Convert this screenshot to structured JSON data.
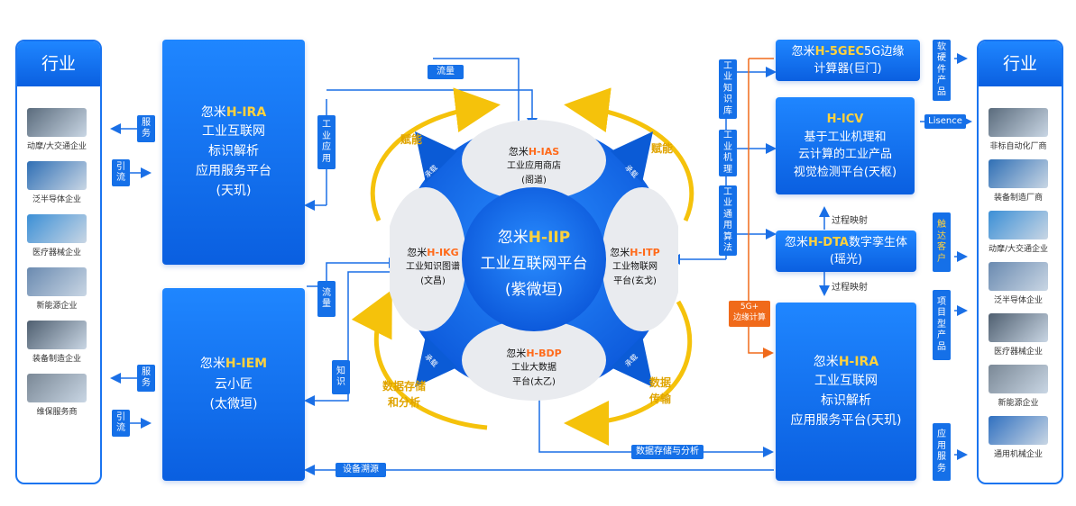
{
  "left_panel": {
    "title": "行业",
    "industries": [
      "动摩/大交通企业",
      "泛半导体企业",
      "医疗器械企业",
      "新能源企业",
      "装备制造企业",
      "维保服务商"
    ]
  },
  "right_panel": {
    "title": "行业",
    "industries": [
      "非标自动化厂商",
      "装备制造厂商",
      "动摩/大交通企业",
      "泛半导体企业",
      "医疗器械企业",
      "新能源企业",
      "通用机械企业"
    ]
  },
  "boxes": {
    "ira_left": {
      "prefix": "忽米",
      "code": "H-IRA",
      "l1": "工业互联网",
      "l2": "标识解析",
      "l3": "应用服务平台",
      "l4": "(天玑)"
    },
    "iem": {
      "prefix": "忽米",
      "code": "H-IEM",
      "l1": "云小匠",
      "l2": "(太微垣)"
    },
    "gec": {
      "prefix": "忽米",
      "code": "H-5GEC",
      "l1": "5G边缘",
      "l2": "计算器(巨门)"
    },
    "icv": {
      "code": "H-ICV",
      "l1": "基于工业机理和",
      "l2": "云计算的工业产品",
      "l3": "视觉检测平台(天枢)"
    },
    "dta": {
      "prefix": "忽米",
      "code": "H-DTA",
      "l1": "数字孪生体",
      "l2": "(瑶光)"
    },
    "ira_right": {
      "prefix": "忽米",
      "code": "H-IRA",
      "l1": "工业互联网",
      "l2": "标识解析",
      "l3": "应用服务平台(天玑)"
    }
  },
  "ring": {
    "center": {
      "prefix": "忽米",
      "code": "H-IIP",
      "l1": "工业互联网平台",
      "l2": "(紫微垣)"
    },
    "top": {
      "prefix": "忽米",
      "code": "H-IAS",
      "l1": "工业应用商店",
      "l2": "(阁道)"
    },
    "left": {
      "prefix": "忽米",
      "code": "H-IKG",
      "l1": "工业知识图谱",
      "l2": "(文昌)"
    },
    "right": {
      "prefix": "忽米",
      "code": "H-ITP",
      "l1": "工业物联网",
      "l2": "平台(玄戈)"
    },
    "bottom": {
      "prefix": "忽米",
      "code": "H-BDP",
      "l1": "工业大数据",
      "l2": "平台(太乙)"
    },
    "arm_labels": [
      "承载",
      "承载",
      "承载",
      "承载"
    ]
  },
  "yellow_labels": {
    "fu_left": "赋能",
    "fu_right": "赋能",
    "storage": [
      "数据存储",
      "和分析"
    ],
    "transfer": [
      "数据",
      "传输"
    ]
  },
  "tags": {
    "service1": "服务",
    "guide1": "引流",
    "service2": "服务",
    "guide2": "引流",
    "flow_top": "流量",
    "app": "工业应用",
    "flow_left": "流量",
    "knowledge": "知识",
    "kb": "工业知识库",
    "mech": "工业机理",
    "algo": "工业通用算法",
    "hw": "软硬件产品",
    "lisence": "Lisence",
    "reach": "触达客户",
    "project": "项目型产品",
    "appsvc": "应用服务",
    "edge": [
      "5G+",
      "边缘计算"
    ],
    "proc1": "过程映射",
    "proc2": "过程映射",
    "storage_bottom": "数据存储与分析",
    "trace": "设备溯源"
  },
  "colors": {
    "primary": "#1570e8",
    "yellow": "#f5c20b",
    "orange": "#ff6a1a"
  }
}
